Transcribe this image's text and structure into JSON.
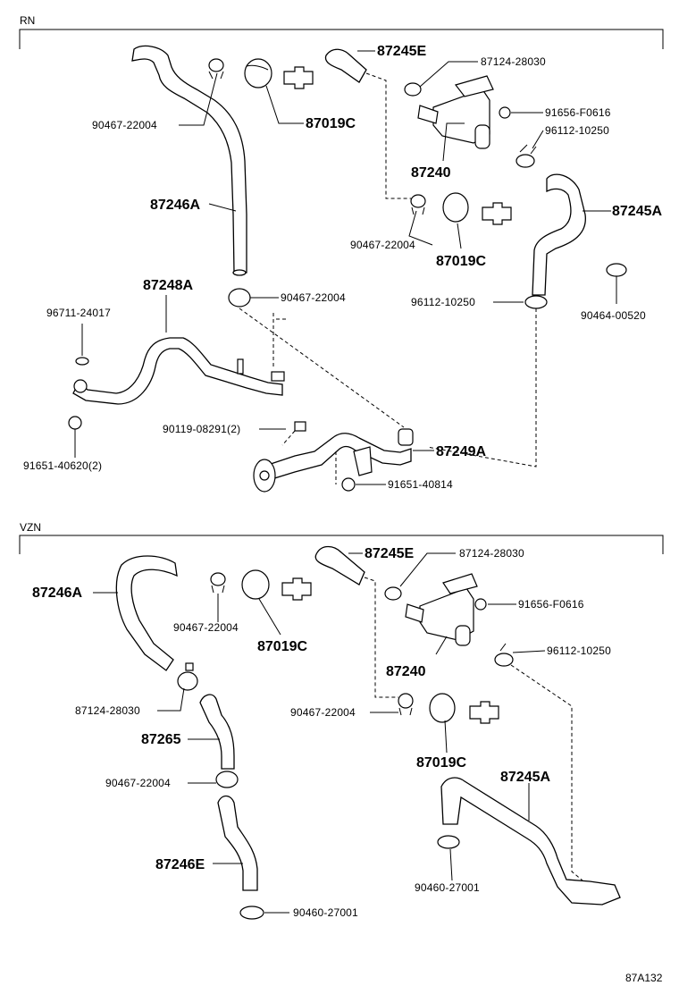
{
  "sections": [
    {
      "code": "RN",
      "labels": [
        {
          "text": "87245E",
          "size": "big"
        },
        {
          "text": "87124-28030",
          "size": "small"
        },
        {
          "text": "91656-F0616",
          "size": "small"
        },
        {
          "text": "96112-10250",
          "size": "small"
        },
        {
          "text": "90467-22004",
          "size": "small"
        },
        {
          "text": "87019C",
          "size": "big"
        },
        {
          "text": "87240",
          "size": "big"
        },
        {
          "text": "87246A",
          "size": "big"
        },
        {
          "text": "87245A",
          "size": "big"
        },
        {
          "text": "90467-22004",
          "size": "small"
        },
        {
          "text": "87019C",
          "size": "big"
        },
        {
          "text": "87248A",
          "size": "big"
        },
        {
          "text": "90467-22004",
          "size": "small"
        },
        {
          "text": "96711-24017",
          "size": "small"
        },
        {
          "text": "96112-10250",
          "size": "small"
        },
        {
          "text": "90464-00520",
          "size": "small"
        },
        {
          "text": "90119-08291(2)",
          "size": "small"
        },
        {
          "text": "87249A",
          "size": "big"
        },
        {
          "text": "91651-40620(2)",
          "size": "small"
        },
        {
          "text": "91651-40814",
          "size": "small"
        }
      ]
    },
    {
      "code": "VZN",
      "labels": [
        {
          "text": "87245E",
          "size": "big"
        },
        {
          "text": "87124-28030",
          "size": "small"
        },
        {
          "text": "87246A",
          "size": "big"
        },
        {
          "text": "91656-F0616",
          "size": "small"
        },
        {
          "text": "90467-22004",
          "size": "small"
        },
        {
          "text": "87019C",
          "size": "big"
        },
        {
          "text": "87240",
          "size": "big"
        },
        {
          "text": "96112-10250",
          "size": "small"
        },
        {
          "text": "87124-28030",
          "size": "small"
        },
        {
          "text": "90467-22004",
          "size": "small"
        },
        {
          "text": "87265",
          "size": "big"
        },
        {
          "text": "87019C",
          "size": "big"
        },
        {
          "text": "87245A",
          "size": "big"
        },
        {
          "text": "90467-22004",
          "size": "small"
        },
        {
          "text": "87246E",
          "size": "big"
        },
        {
          "text": "90460-27001",
          "size": "small"
        },
        {
          "text": "90460-27001",
          "size": "small"
        }
      ]
    }
  ],
  "figure_ref": "87A132"
}
